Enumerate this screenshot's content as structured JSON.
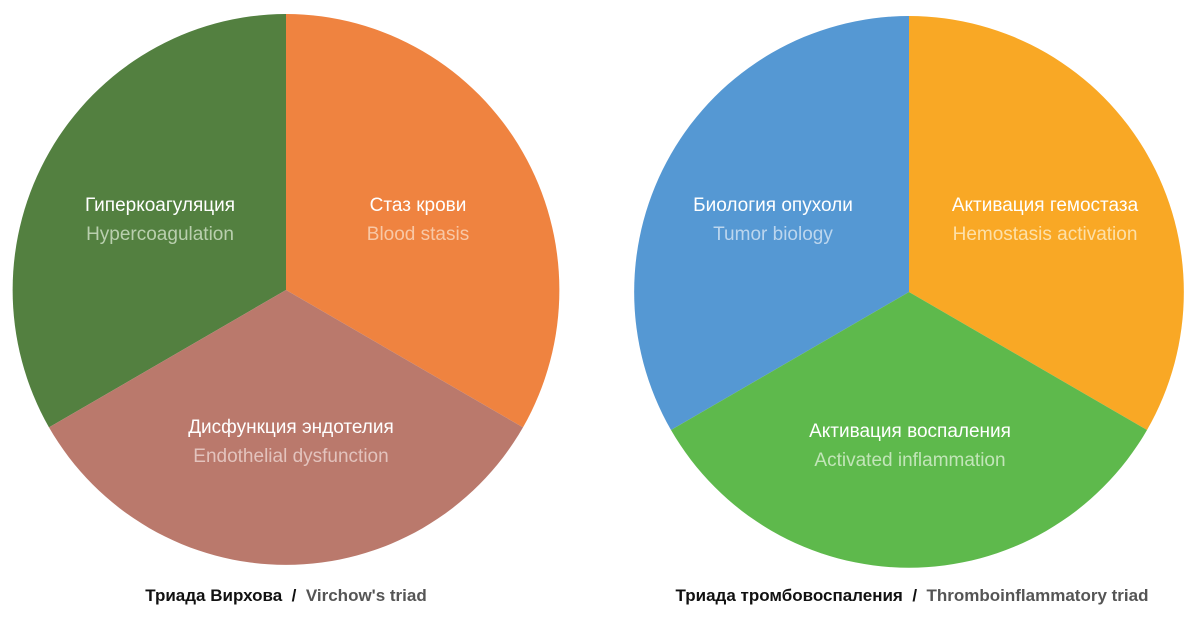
{
  "diagrams": [
    {
      "caption": {
        "ru": "Триада Вирхова",
        "separator": "/",
        "en": "Virchow's triad"
      },
      "segments": [
        {
          "ru": "Гиперкоагуляция",
          "en": "Hypercoagulation",
          "color": "#538040",
          "en_color": "#b9cfae"
        },
        {
          "ru": "Стаз крови",
          "en": "Blood stasis",
          "color": "#ef8340",
          "en_color": "#f8c8a6"
        },
        {
          "ru": "Дисфункция эндотелия",
          "en": "Endothelial dysfunction",
          "color": "#ba796c",
          "en_color": "#e3c3bd"
        }
      ]
    },
    {
      "caption": {
        "ru": "Триада тромбовоспаления",
        "separator": "/",
        "en": "Thromboinflammatory triad"
      },
      "segments": [
        {
          "ru": "Биология опухоли",
          "en": "Tumor biology",
          "color": "#5598d3",
          "en_color": "#bcd6ee"
        },
        {
          "ru": "Активация гемостаза",
          "en": "Hemostasis activation",
          "color": "#f9a825",
          "en_color": "#fde0a8"
        },
        {
          "ru": "Активация воспаления",
          "en": "Activated inflammation",
          "color": "#5eb94c",
          "en_color": "#c2e5b8"
        }
      ]
    }
  ]
}
